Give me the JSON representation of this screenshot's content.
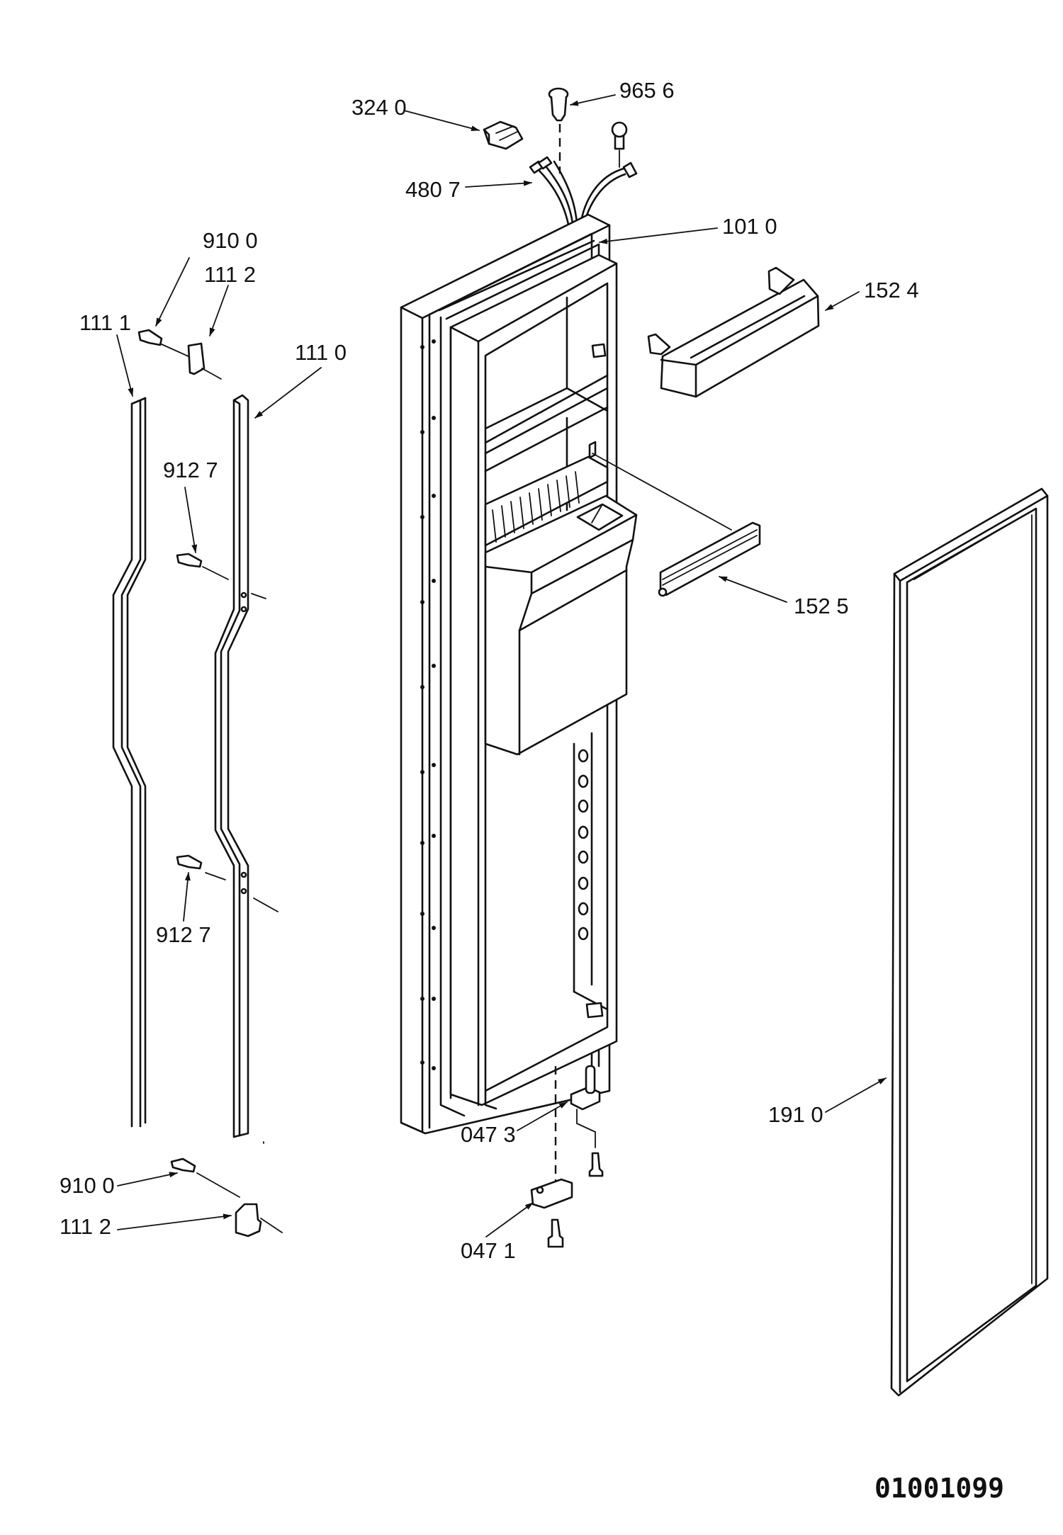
{
  "diagram": {
    "title": "Refrigerator freezer door assembly – exploded parts view",
    "drawing_number": "01001099",
    "callouts": [
      {
        "id": "c3240",
        "label": "324 0",
        "part": "connector"
      },
      {
        "id": "c9656",
        "label": "965 6",
        "part": "light-switch"
      },
      {
        "id": "c4807",
        "label": "480 7",
        "part": "wire-harness"
      },
      {
        "id": "c1010",
        "label": "101 0",
        "part": "door-assembly"
      },
      {
        "id": "c1524",
        "label": "152 4",
        "part": "door-shelf-bin"
      },
      {
        "id": "c1525",
        "label": "152 5",
        "part": "shelf-rail"
      },
      {
        "id": "c9100a",
        "label": "910 0",
        "part": "screw-top"
      },
      {
        "id": "c1112a",
        "label": "111 2",
        "part": "handle-cap-top"
      },
      {
        "id": "c1111",
        "label": "111 1",
        "part": "handle-trim"
      },
      {
        "id": "c1110",
        "label": "111 0",
        "part": "handle"
      },
      {
        "id": "c9127a",
        "label": "912 7",
        "part": "handle-screw-upper"
      },
      {
        "id": "c9127b",
        "label": "912 7",
        "part": "handle-screw-lower"
      },
      {
        "id": "c9100b",
        "label": "910 0",
        "part": "screw-bottom"
      },
      {
        "id": "c1112b",
        "label": "111 2",
        "part": "handle-cap-bottom"
      },
      {
        "id": "c0473",
        "label": "047 3",
        "part": "hinge-pin-bracket"
      },
      {
        "id": "c0471",
        "label": "047 1",
        "part": "hinge-block"
      },
      {
        "id": "c1910",
        "label": "191 0",
        "part": "door-gasket"
      }
    ]
  }
}
